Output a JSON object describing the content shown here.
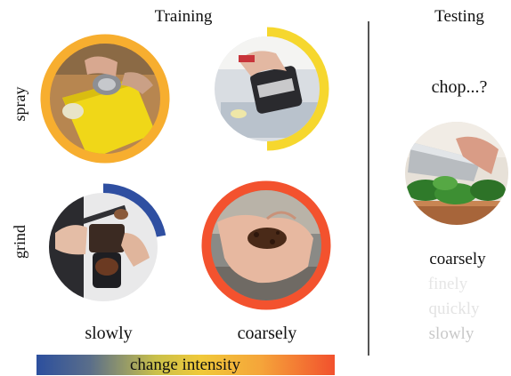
{
  "headers": {
    "training": "Training",
    "testing": "Testing"
  },
  "rows": {
    "spray": "spray",
    "grind": "grind"
  },
  "columns": {
    "left": "slowly",
    "right": "coarsely"
  },
  "testing": {
    "query": "chop...?",
    "options": [
      {
        "label": "coarsely",
        "state": "selected"
      },
      {
        "label": "finely",
        "state": "faded"
      },
      {
        "label": "quickly",
        "state": "faded"
      },
      {
        "label": "slowly",
        "state": "dim"
      }
    ]
  },
  "colorbar": {
    "label": "change intensity",
    "colors": [
      "#2c4f9e",
      "#f0c93a",
      "#f2512d"
    ]
  },
  "rings": [
    {
      "name": "spray-slowly",
      "color": "#f7ae2f",
      "fraction": 1.0
    },
    {
      "name": "spray-coarsely",
      "color": "#f6d72e",
      "fraction": 0.5
    },
    {
      "name": "grind-slowly",
      "color": "#2f4fa1",
      "fraction": 0.22
    },
    {
      "name": "grind-coarsely",
      "color": "#f3522e",
      "fraction": 1.0
    }
  ]
}
